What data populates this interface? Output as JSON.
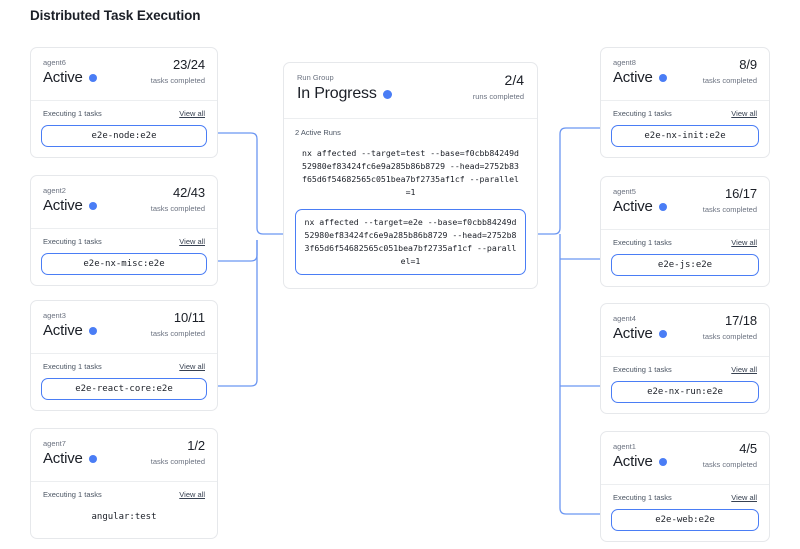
{
  "page": {
    "title": "Distributed Task Execution",
    "accent_color": "#4a7df5",
    "edge_color": "#6b96f2",
    "card_border_color": "#e6e8eb",
    "background": "#ffffff"
  },
  "run_group": {
    "label": "Run Group",
    "status": "In Progress",
    "status_dot": "status-dot-blue",
    "count": "2/4",
    "count_label": "runs completed",
    "active_runs_label": "2 Active Runs",
    "runs": [
      {
        "command": "nx affected --target=test --base=f0cbb84249d52980ef83424fc6e9a285b86b8729 --head=2752b83f65d6f54682565c051bea7bf2735af1cf --parallel=1",
        "highlighted": false
      },
      {
        "command": "nx affected --target=e2e --base=f0cbb84249d52980ef83424fc6e9a285b86b8729 --head=2752b83f65d6f54682565c051bea7bf2735af1cf --parallel=1",
        "highlighted": true
      }
    ]
  },
  "shared": {
    "status": "Active",
    "count_label": "tasks completed",
    "executing_label": "Executing 1 tasks",
    "view_all_label": "View all"
  },
  "left_agents": [
    {
      "name": "agent6",
      "status": "Active",
      "count": "23/24",
      "count_label": "tasks completed",
      "executing_label": "Executing 1 tasks",
      "view_all_label": "View all",
      "task": "e2e-node:e2e",
      "boxed": true
    },
    {
      "name": "agent2",
      "status": "Active",
      "count": "42/43",
      "count_label": "tasks completed",
      "executing_label": "Executing 1 tasks",
      "view_all_label": "View all",
      "task": "e2e-nx-misc:e2e",
      "boxed": true
    },
    {
      "name": "agent3",
      "status": "Active",
      "count": "10/11",
      "count_label": "tasks completed",
      "executing_label": "Executing 1 tasks",
      "view_all_label": "View all",
      "task": "e2e-react-core:e2e",
      "boxed": true
    },
    {
      "name": "agent7",
      "status": "Active",
      "count": "1/2",
      "count_label": "tasks completed",
      "executing_label": "Executing 1 tasks",
      "view_all_label": "View all",
      "task": "angular:test",
      "boxed": false
    }
  ],
  "right_agents": [
    {
      "name": "agent8",
      "status": "Active",
      "count": "8/9",
      "count_label": "tasks completed",
      "executing_label": "Executing 1 tasks",
      "view_all_label": "View all",
      "task": "e2e-nx-init:e2e",
      "boxed": true
    },
    {
      "name": "agent5",
      "status": "Active",
      "count": "16/17",
      "count_label": "tasks completed",
      "executing_label": "Executing 1 tasks",
      "view_all_label": "View all",
      "task": "e2e-js:e2e",
      "boxed": true
    },
    {
      "name": "agent4",
      "status": "Active",
      "count": "17/18",
      "count_label": "tasks completed",
      "executing_label": "Executing 1 tasks",
      "view_all_label": "View all",
      "task": "e2e-nx-run:e2e",
      "boxed": true
    },
    {
      "name": "agent1",
      "status": "Active",
      "count": "4/5",
      "count_label": "tasks completed",
      "executing_label": "Executing 1 tasks",
      "view_all_label": "View all",
      "task": "e2e-web:e2e",
      "boxed": true
    }
  ]
}
